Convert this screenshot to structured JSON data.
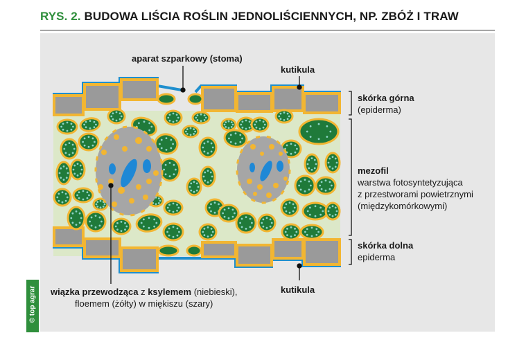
{
  "title": {
    "number": "RYS. 2.",
    "text": "BUDOWA LIŚCIA ROŚLIN JEDNOLIŚCIENNYCH, NP. ZBÓŻ I TRAW"
  },
  "labels": {
    "stoma": "aparat szparkowy (stoma)",
    "cuticle_top": "kutikula",
    "cuticle_bottom": "kutikula",
    "upper_epidermis": {
      "bold": "skórka górna",
      "normal": "(epiderma)"
    },
    "mesophyll": {
      "bold": "mezofil",
      "line1": "warstwa fotosyntetyzująca",
      "line2": "z przestworami powietrznymi",
      "line3": "(międzykomórkowymi)"
    },
    "lower_epidermis": {
      "bold": "skórka dolna",
      "normal": "epiderma"
    },
    "bundle": {
      "bold1": "wiązka przewodząca",
      "mid1": " z ",
      "bold2": "ksylemem",
      "mid2": " (niebieski),",
      "line2": "floemem (żółty) w miękiszu (szary)"
    }
  },
  "watermark": "© top agrar",
  "colors": {
    "title_accent": "#2f8f3c",
    "cuticle": "#1f8fce",
    "cell_wall": "#f2b632",
    "epidermis_cell": "#9a9a9a",
    "chloroplast": "#1f7a3a",
    "mesophyll_bg": "#dce8c8",
    "bundle_sheath": "#a6a6a6",
    "xylem": "#1e88d6",
    "phloem": "#f2b632"
  }
}
